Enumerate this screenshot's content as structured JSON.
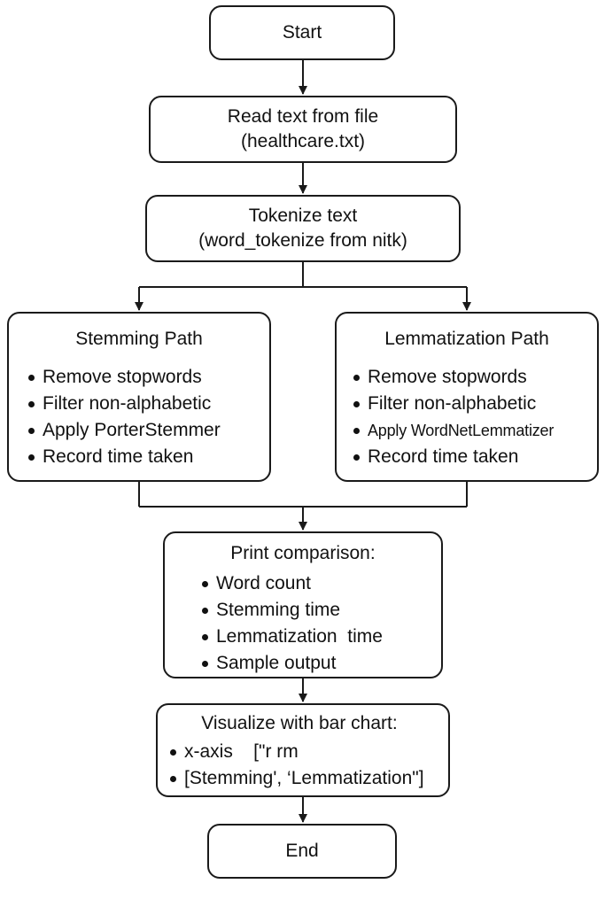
{
  "flowchart": {
    "start": "Start",
    "read_file": {
      "line1": "Read text from file",
      "line2": "(healthcare.txt)"
    },
    "tokenize": {
      "line1": "Tokenize text",
      "line2": "(word_tokenize from nitk)"
    },
    "stemming_path": {
      "title": "Stemming Path",
      "items": [
        "Remove stopwords",
        "Filter non-alphabetic",
        "Apply PorterStemmer",
        "Record time taken"
      ]
    },
    "lemmatization_path": {
      "title": "Lemmatization Path",
      "items": [
        "Remove stopwords",
        "Filter non-alphabetic",
        "Apply WordNetLemmatizer",
        "Record time taken"
      ]
    },
    "print_comparison": {
      "title": "Print comparison:",
      "items": [
        "Word count",
        "Stemming time",
        "Lemmatization  time",
        "Sample output"
      ]
    },
    "visualize": {
      "title": "Visualize with bar chart:",
      "items": [
        "x-axis    [\"r rm",
        "[Stemming', ‘Lemmatization\"]"
      ]
    },
    "end": "End"
  }
}
